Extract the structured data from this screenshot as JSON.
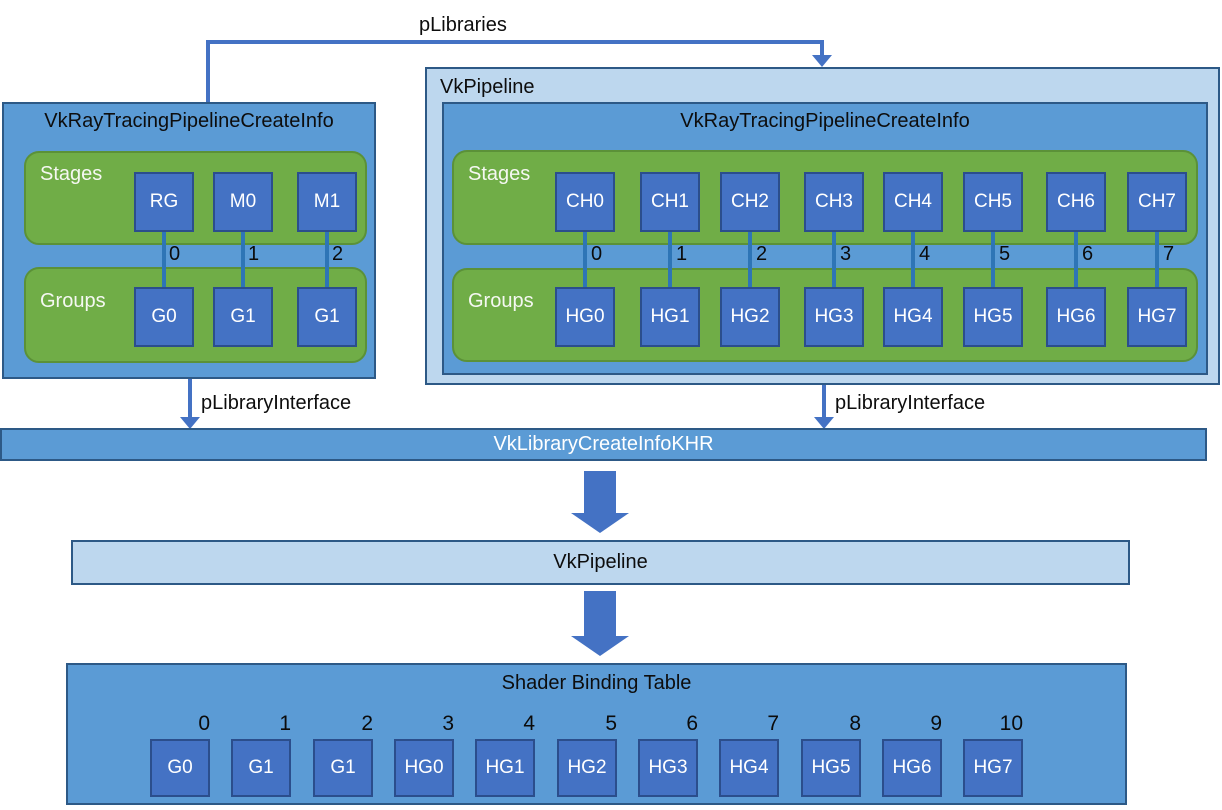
{
  "diagram": {
    "plibraries_label": "pLibraries",
    "left_library": {
      "title": "VkRayTracingPipelineCreateInfo",
      "stages_label": "Stages",
      "groups_label": "Groups",
      "stage_cells": [
        "RG",
        "M0",
        "M1"
      ],
      "group_cells": [
        "G0",
        "G1",
        "G1"
      ],
      "indices": [
        "0",
        "1",
        "2"
      ],
      "interface_label": "pLibraryInterface"
    },
    "pipeline_box": {
      "title": "VkPipeline",
      "interface_label": "pLibraryInterface",
      "create_info": {
        "title": "VkRayTracingPipelineCreateInfo",
        "stages_label": "Stages",
        "groups_label": "Groups",
        "stage_cells": [
          "CH0",
          "CH1",
          "CH2",
          "CH3",
          "CH4",
          "CH5",
          "CH6",
          "CH7"
        ],
        "group_cells": [
          "HG0",
          "HG1",
          "HG2",
          "HG3",
          "HG4",
          "HG5",
          "HG6",
          "HG7"
        ],
        "indices": [
          "0",
          "1",
          "2",
          "3",
          "4",
          "5",
          "6",
          "7"
        ]
      }
    },
    "library_bar_label": "VkLibraryCreateInfoKHR",
    "pipeline_bar_label": "VkPipeline",
    "sbt": {
      "title": "Shader Binding Table",
      "cells": [
        "G0",
        "G1",
        "G1",
        "HG0",
        "HG1",
        "HG2",
        "HG3",
        "HG4",
        "HG5",
        "HG6",
        "HG7"
      ],
      "indices": [
        "0",
        "1",
        "2",
        "3",
        "4",
        "5",
        "6",
        "7",
        "8",
        "9",
        "10"
      ]
    },
    "colors": {
      "medium_blue": "#5B9BD5",
      "light_blue": "#BDD7EE",
      "cell_blue": "#4472C4",
      "green": "#70AD47",
      "green_border": "#5B9138",
      "border_dark": "#2D5986",
      "cell_border": "#2B4E8C",
      "connector_blue": "#2E75B6",
      "line_blue": "#4472C4"
    }
  }
}
